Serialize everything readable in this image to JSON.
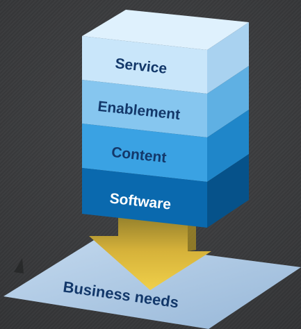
{
  "diagram": {
    "layers": [
      {
        "label": "Service",
        "front": "#c9e6fa",
        "side": "#a9d2f0"
      },
      {
        "label": "Enablement",
        "front": "#86c6ef",
        "side": "#5fb0e3"
      },
      {
        "label": "Content",
        "front": "#3aa2e3",
        "side": "#1f86c9"
      },
      {
        "label": "Software",
        "front": "#0a69ae",
        "side": "#06528a"
      }
    ],
    "top_face_color": "#dff1fd",
    "arrow_color": "#e6c23a",
    "base": {
      "label": "Business needs",
      "color": "#a9c6e2"
    }
  }
}
